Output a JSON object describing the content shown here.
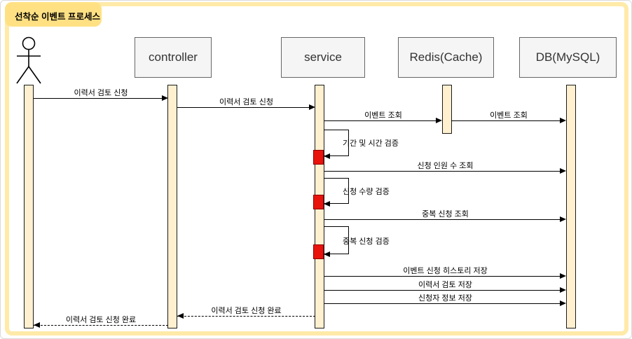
{
  "title": "선착순 이벤트 프로세스",
  "diagram_type": "uml-sequence",
  "participants": [
    {
      "id": "user",
      "type": "actor",
      "label": ""
    },
    {
      "id": "controller",
      "type": "object",
      "label": "controller"
    },
    {
      "id": "service",
      "type": "object",
      "label": "service"
    },
    {
      "id": "redis",
      "type": "object",
      "label": "Redis(Cache)"
    },
    {
      "id": "db",
      "type": "object",
      "label": "DB(MySQL)"
    }
  ],
  "messages": [
    {
      "from": "user",
      "to": "controller",
      "kind": "sync",
      "label": "이력서 검토 신청"
    },
    {
      "from": "controller",
      "to": "service",
      "kind": "sync",
      "label": "이력서 검토 신청"
    },
    {
      "from": "service",
      "to": "redis",
      "kind": "sync",
      "label": "이벤트 조회"
    },
    {
      "from": "redis",
      "to": "db",
      "kind": "sync",
      "label": "이벤트 조회"
    },
    {
      "from": "service",
      "to": "service",
      "kind": "self",
      "label": "기간 및 시간 검증"
    },
    {
      "from": "service",
      "to": "db",
      "kind": "sync",
      "label": "신청 인원 수 조회"
    },
    {
      "from": "service",
      "to": "service",
      "kind": "self",
      "label": "신청 수량 검증"
    },
    {
      "from": "service",
      "to": "db",
      "kind": "sync",
      "label": "중복 신청 조회"
    },
    {
      "from": "service",
      "to": "service",
      "kind": "self",
      "label": "중복 신청 검증"
    },
    {
      "from": "service",
      "to": "db",
      "kind": "sync",
      "label": "이벤트 신청 히스토리 저장"
    },
    {
      "from": "service",
      "to": "db",
      "kind": "sync",
      "label": "이력서 검토 저장"
    },
    {
      "from": "service",
      "to": "db",
      "kind": "sync",
      "label": "신청자 정보 저장"
    },
    {
      "from": "service",
      "to": "controller",
      "kind": "return",
      "label": "이력서 검토 신청 완료"
    },
    {
      "from": "controller",
      "to": "user",
      "kind": "return",
      "label": "이력서 검토 신청 완료"
    }
  ],
  "colors": {
    "frame": "#ffeaa8",
    "tab": "#ffe184",
    "activation": "#fff0d0",
    "marker": "#e8130b",
    "boxfill": "#f5f5f5",
    "boxborder": "#666666"
  }
}
